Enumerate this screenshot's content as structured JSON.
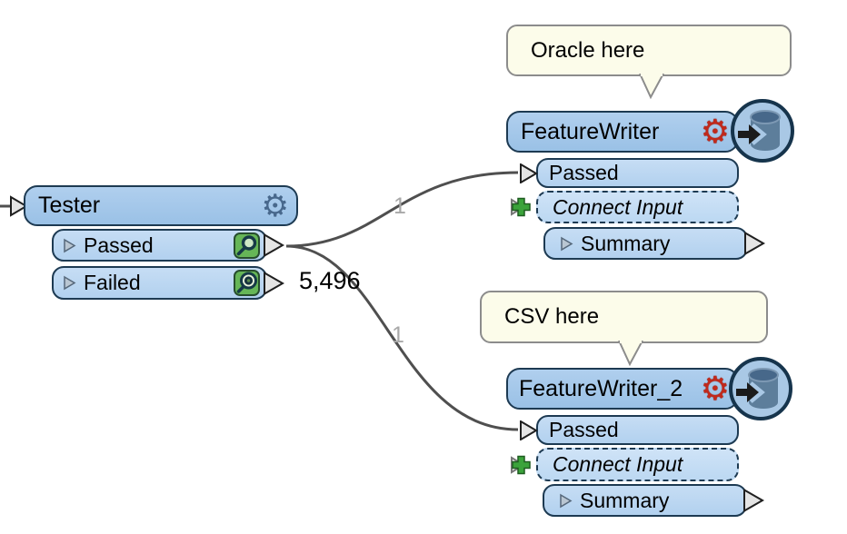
{
  "colors": {
    "node_header_fill": "#a6c9ea",
    "node_port_fill": "#bdd7f1",
    "node_border": "#1d3a52",
    "annotation_fill": "#fcfcea",
    "annotation_border": "#8c8c8c",
    "connection_line": "#4f4f4f",
    "connection_count_gray": "#a8a8a8",
    "inspect_icon_green": "#66b657",
    "writer_gear_red": "#c0291c",
    "database_cylinder_blue": "#5d7e9b",
    "badge_fill": "#a9c8e5"
  },
  "icons": {
    "gear_glyph": "⚙"
  },
  "tester": {
    "title": "Tester",
    "passed_label": "Passed",
    "failed_label": "Failed",
    "failed_count": "5,496"
  },
  "writer1": {
    "annotation": "Oracle here",
    "title": "FeatureWriter",
    "passed_label": "Passed",
    "connect_label": "Connect Input",
    "summary_label": "Summary"
  },
  "writer2": {
    "annotation": "CSV here",
    "title": "FeatureWriter_2",
    "passed_label": "Passed",
    "connect_label": "Connect Input",
    "summary_label": "Summary"
  },
  "connections": {
    "to_writer1_count": "1",
    "to_writer2_count": "1"
  }
}
